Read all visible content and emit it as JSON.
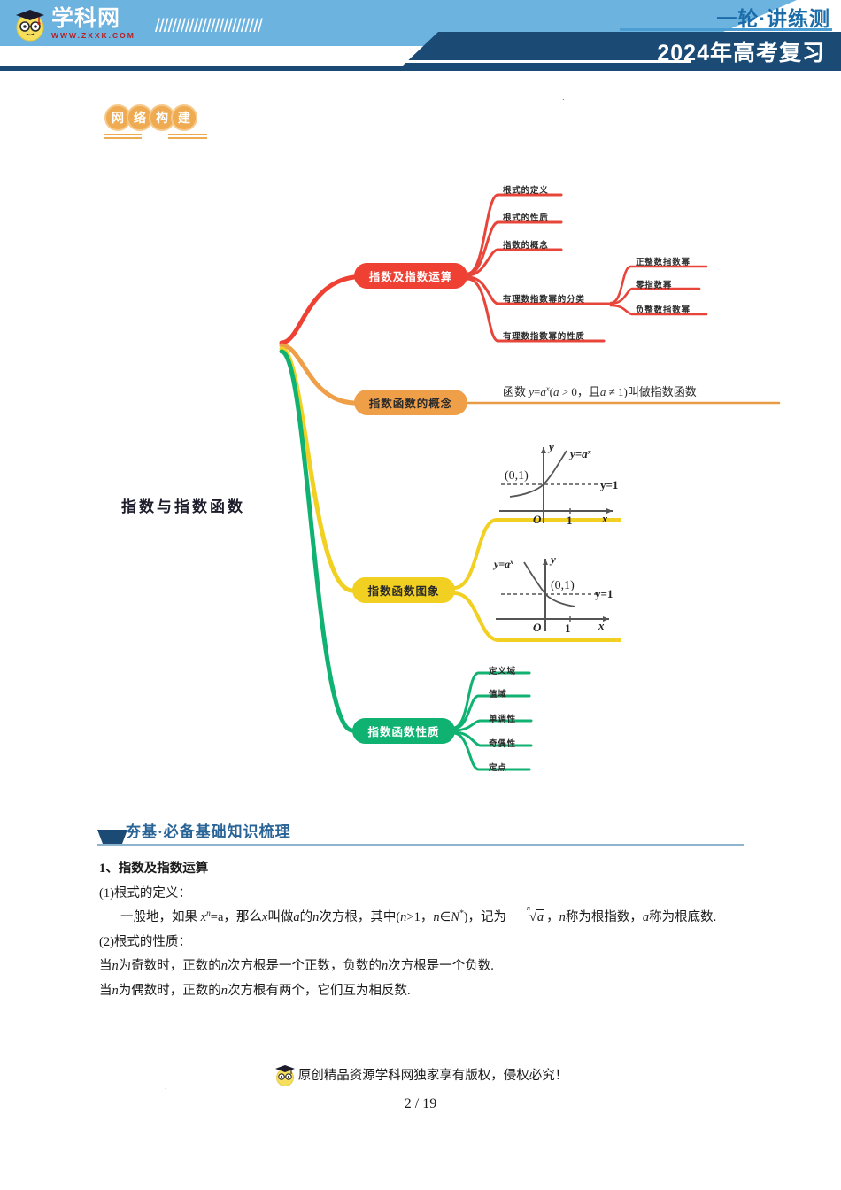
{
  "header": {
    "logo_name": "学科网",
    "logo_url": "WWW.ZXXK.COM",
    "slashes": "/////////////////////////",
    "top_right": "一轮·讲练测",
    "bottom_right": "2024年高考复习",
    "colors": {
      "band": "#6cb3e0",
      "navy": "#1b4b75",
      "accent": "#4a9ed4"
    }
  },
  "section_badge": {
    "chars": [
      "网",
      "络",
      "构",
      "建"
    ],
    "color": "#efab52"
  },
  "mindmap": {
    "root": {
      "label": "指数与指数函数"
    },
    "branches": [
      {
        "label": "指数及指数运算",
        "color": "#ee4033",
        "children": [
          {
            "label": "根式的定义"
          },
          {
            "label": "根式的性质"
          },
          {
            "label": "指数的概念"
          },
          {
            "label": "有理数指数幂的分类",
            "children": [
              {
                "label": "正整数指数幂"
              },
              {
                "label": "零指数幂"
              },
              {
                "label": "负整数指数幂"
              }
            ]
          },
          {
            "label": "有理数指数幂的性质"
          }
        ]
      },
      {
        "label": "指数函数的概念",
        "color": "#ef9f48",
        "formula": "函数 y=aˣ(a>0，且a≠1)叫做指数函数"
      },
      {
        "label": "指数函数图象",
        "color": "#f2d022",
        "figures": [
          {
            "caption": "increasing-exponential",
            "curve_label": "y=aˣ",
            "point_label": "(0,1)",
            "asymptote_label": "y=1",
            "axis_x": "x",
            "axis_y": "y",
            "origin": "O",
            "x_tick": "1"
          },
          {
            "caption": "decreasing-exponential",
            "curve_label": "y=aˣ",
            "point_label": "(0,1)",
            "asymptote_label": "y=1",
            "axis_x": "x",
            "axis_y": "y",
            "origin": "O",
            "x_tick": "1"
          }
        ]
      },
      {
        "label": "指数函数性质",
        "color": "#10b272",
        "children": [
          {
            "label": "定义域"
          },
          {
            "label": "值域"
          },
          {
            "label": "单调性"
          },
          {
            "label": "奇偶性"
          },
          {
            "label": "定点"
          }
        ]
      }
    ]
  },
  "section2": {
    "title": "夯基·必备基础知识梳理"
  },
  "body": {
    "heading1": "1、指数及指数运算",
    "sub1": "(1)根式的定义：",
    "para1_a": "一般地，如果",
    "para1_xn": "x",
    "para1_n_exp": "n",
    "para1_b": "=a",
    "para1_c": "，那么",
    "para1_x": "x",
    "para1_d": "叫做",
    "para1_a2": "a",
    "para1_e": "的",
    "para1_n": "n",
    "para1_f": "次方根，其中(",
    "para1_n2": "n",
    "para1_g": ">1，",
    "para1_n3": "n",
    "para1_h": "∈",
    "para1_N": "N",
    "para1_star": "*",
    "para1_i": ")，记为",
    "para1_radical_idx": "n",
    "para1_radical_a": "a",
    "para1_j": "，",
    "para1_n4": "n",
    "para1_k": "称为根指数，",
    "para1_a3": "a",
    "para1_l": "称为根底数.",
    "sub2": "(2)根式的性质：",
    "para2_a": "当",
    "para2_n1": "n",
    "para2_b": "为奇数时，正数的",
    "para2_n2": "n",
    "para2_c": "次方根是一个正数，负数的",
    "para2_n3": "n",
    "para2_d": "次方根是一个负数.",
    "para3_a": "当",
    "para3_n1": "n",
    "para3_b": "为偶数时，正数的",
    "para3_n2": "n",
    "para3_c": "次方根有两个，它们互为相反数."
  },
  "footer": {
    "copyright": "原创精品资源学科网独家享有版权，侵权必究！",
    "page": "2 / 19"
  }
}
